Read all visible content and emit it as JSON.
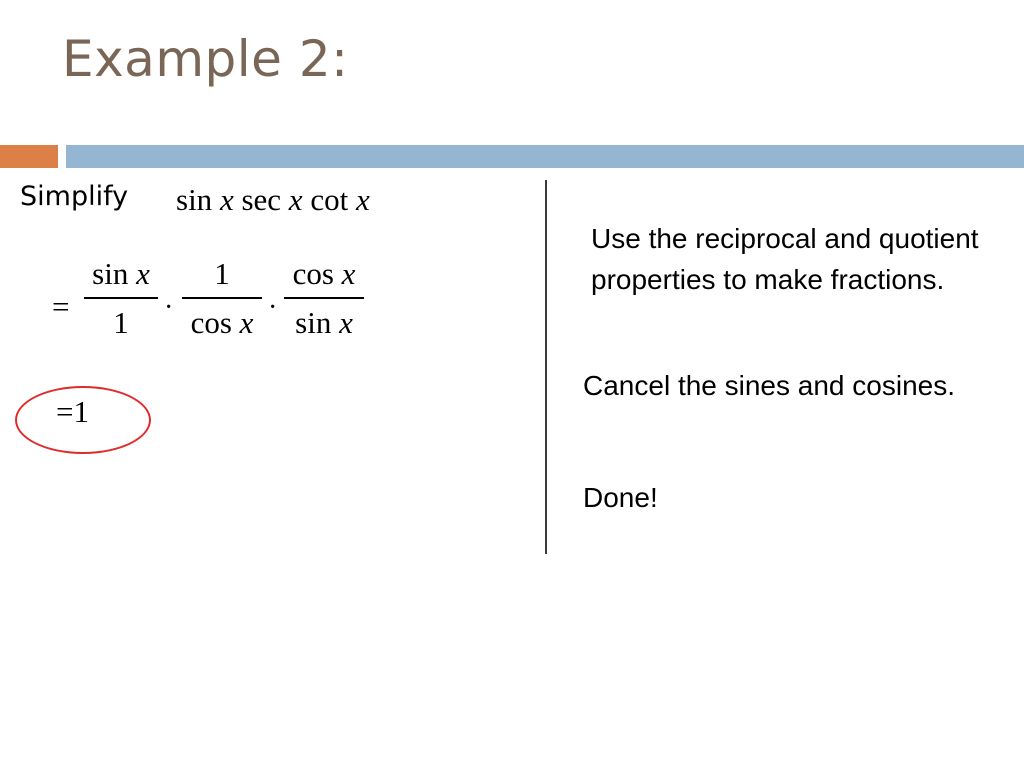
{
  "slide": {
    "title": "Example 2:",
    "accent_colors": {
      "title": "#7a6656",
      "orange_bar": "#dd8047",
      "blue_bar": "#94b6d2",
      "circle": "#e02b2b"
    }
  },
  "left": {
    "simplify_label": "Simplify",
    "expression": {
      "t1": "sin",
      "v1": "x",
      "t2": "sec",
      "v2": "x",
      "t3": "cot",
      "v3": "x"
    },
    "step1": {
      "equals": "=",
      "f1": {
        "num_fn": "sin",
        "num_var": "x",
        "den": "1"
      },
      "dot1": "·",
      "f2": {
        "num": "1",
        "den_fn": "cos",
        "den_var": "x"
      },
      "dot2": "·",
      "f3": {
        "num_fn": "cos",
        "num_var": "x",
        "den_fn": "sin",
        "den_var": "x"
      }
    },
    "result": "=1"
  },
  "right": {
    "note_1": "Use the reciprocal and quotient properties to make fractions.",
    "note_2": "Cancel the sines and cosines.",
    "note_3": "Done!"
  }
}
